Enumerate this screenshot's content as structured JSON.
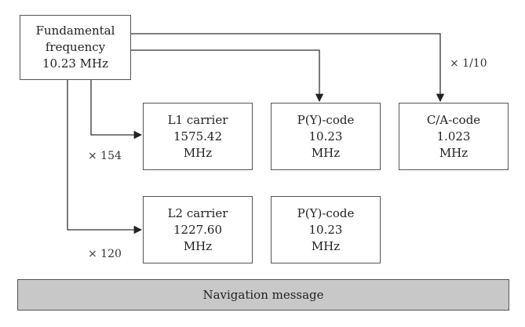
{
  "fundamental": {
    "line1": "Fundamental",
    "line2": "frequency",
    "line3": "10.23 MHz"
  },
  "l1_carrier": {
    "line1": "L1 carrier",
    "line2": "1575.42",
    "line3": "MHz"
  },
  "py_code_top": {
    "line1": "P(Y)-code",
    "line2": "10.23",
    "line3": "MHz"
  },
  "ca_code": {
    "line1": "C/A-code",
    "line2": "1.023",
    "line3": "MHz"
  },
  "l2_carrier": {
    "line1": "L2 carrier",
    "line2": "1227.60",
    "line3": "MHz"
  },
  "py_code_bottom": {
    "line1": "P(Y)-code",
    "line2": "10.23",
    "line3": "MHz"
  },
  "multipliers": {
    "x154": "× 154",
    "x120": "× 120",
    "x1_10": "× 1/10"
  },
  "navigation_message": "Navigation message",
  "colors": {
    "line": "#333333",
    "nav_fill": "#c8c8c8"
  }
}
